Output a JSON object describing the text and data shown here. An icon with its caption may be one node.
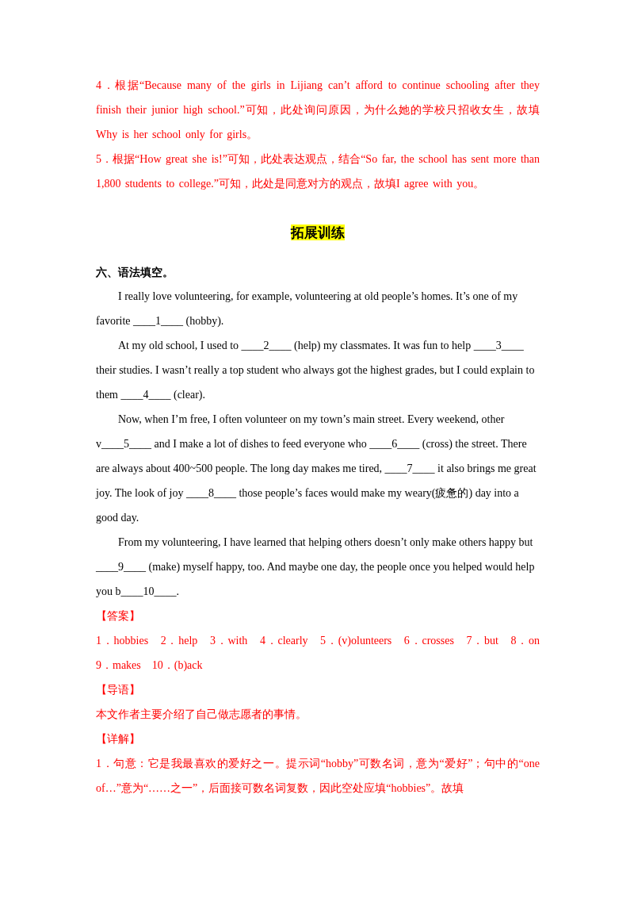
{
  "diagram": {
    "title": "拓展训练",
    "labels": [
      "4．根据“Because many of the girls in Lijiang can’t afford to continue schooling after they finish their junior high school.”可知，此处询问原因，为什么她的学校只招收女生，故填Why is her school only for girls。",
      "5．根据“How great she is!”可知，此处表达观点，结合“So far, the school has sent more than 1,800 students to college.”可知，此处是同意对方的观点，故填I agree with you。",
      "六、语法填空。",
      "I really love volunteering, for example, volunteering at old people’s homes. It’s one of my favorite ____1____ (hobby).",
      "At my old school, I used to ____2____ (help) my classmates. It was fun to help ____3____ their studies. I wasn’t really a top student who always got the highest grades, but I could explain to them ____4____ (clear).",
      "Now, when I’m free, I often volunteer on my town’s main street. Every weekend, other v____5____ and I make a lot of dishes to feed everyone who ____6____ (cross) the street. There are always about 400~500 people. The long day makes me tired, ____7____ it also brings me great joy. The look of joy ____8____ those people’s faces would make my weary(疲惫的) day into a good day.",
      "From my volunteering, I have learned that helping others doesn’t only make others happy but ____9____ (make) myself happy, too. And maybe one day, the people once you helped would help you b____10____.",
      "【答案】",
      "1．hobbies　2．help　3．with　4．clearly　5．(v)olunteers　6．crosses　7．but　8．on　9．makes　10．(b)ack",
      "【导语】",
      "本文作者主要介绍了自己做志愿者的事情。",
      "【详解】",
      "1．句意：它是我最喜欢的爱好之一。提示词“hobby”可数名词，意为“爱好”；句中的“one of…”意为“……之一”，后面接可数名词复数，因此空处应填“hobbies”。故填"
    ]
  }
}
